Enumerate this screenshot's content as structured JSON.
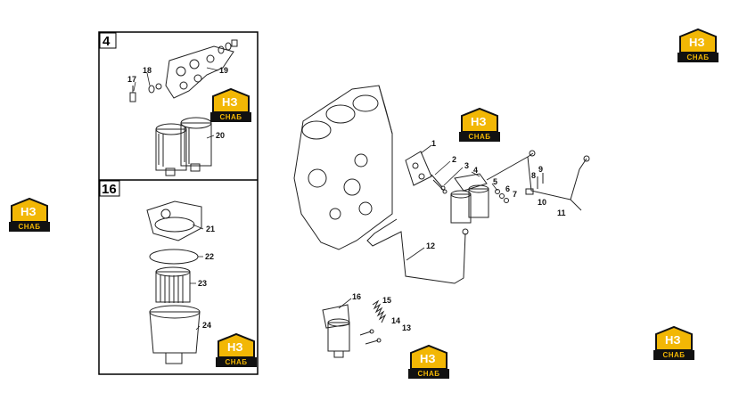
{
  "panels": [
    {
      "number": "4"
    },
    {
      "number": "16"
    }
  ],
  "callouts": [
    "1",
    "2",
    "3",
    "4",
    "5",
    "6",
    "7",
    "8",
    "9",
    "10",
    "11",
    "12",
    "13",
    "14",
    "15",
    "16",
    "17",
    "18",
    "19",
    "20",
    "21",
    "22",
    "23",
    "24"
  ],
  "watermark": {
    "mark": "НЗ",
    "text": "СНАБ",
    "color_accent": "#f2b705",
    "color_dark": "#111111"
  }
}
